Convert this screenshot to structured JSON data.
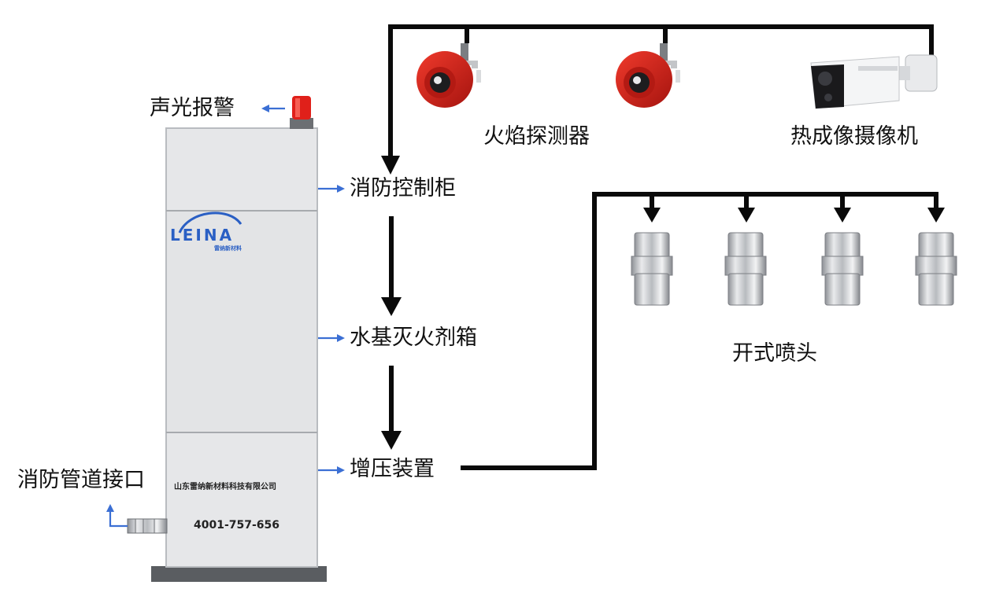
{
  "labels": {
    "sound_light_alarm": "声光报警",
    "fire_control_cabinet": "消防控制柜",
    "water_agent_tank": "水基灭火剂箱",
    "pressurization_device": "增压装置",
    "fire_pipe_interface": "消防管道接口",
    "flame_detector": "火焰探测器",
    "thermal_camera": "热成像摄像机",
    "open_nozzle": "开式喷头"
  },
  "cabinet": {
    "logo": "LEINA",
    "logo_sub": "雷纳新材料",
    "company": "山东雷纳新材料科技有限公司",
    "phone": "4001-757-656"
  },
  "colors": {
    "line": "#0a0a0a",
    "blue_arrow": "#3b6fd4",
    "cabinet": "#e3e4e6",
    "cabinet_edge": "#b9bcc0",
    "base": "#5a5d61",
    "detector_red": "#d7231c",
    "alarm_red": "#e0201a",
    "logo_blue": "#2a5fc4"
  },
  "icons": [
    "flame-detector-icon",
    "thermal-camera-icon",
    "nozzle-icon",
    "alarm-beacon-icon",
    "pipe-connector-icon"
  ]
}
